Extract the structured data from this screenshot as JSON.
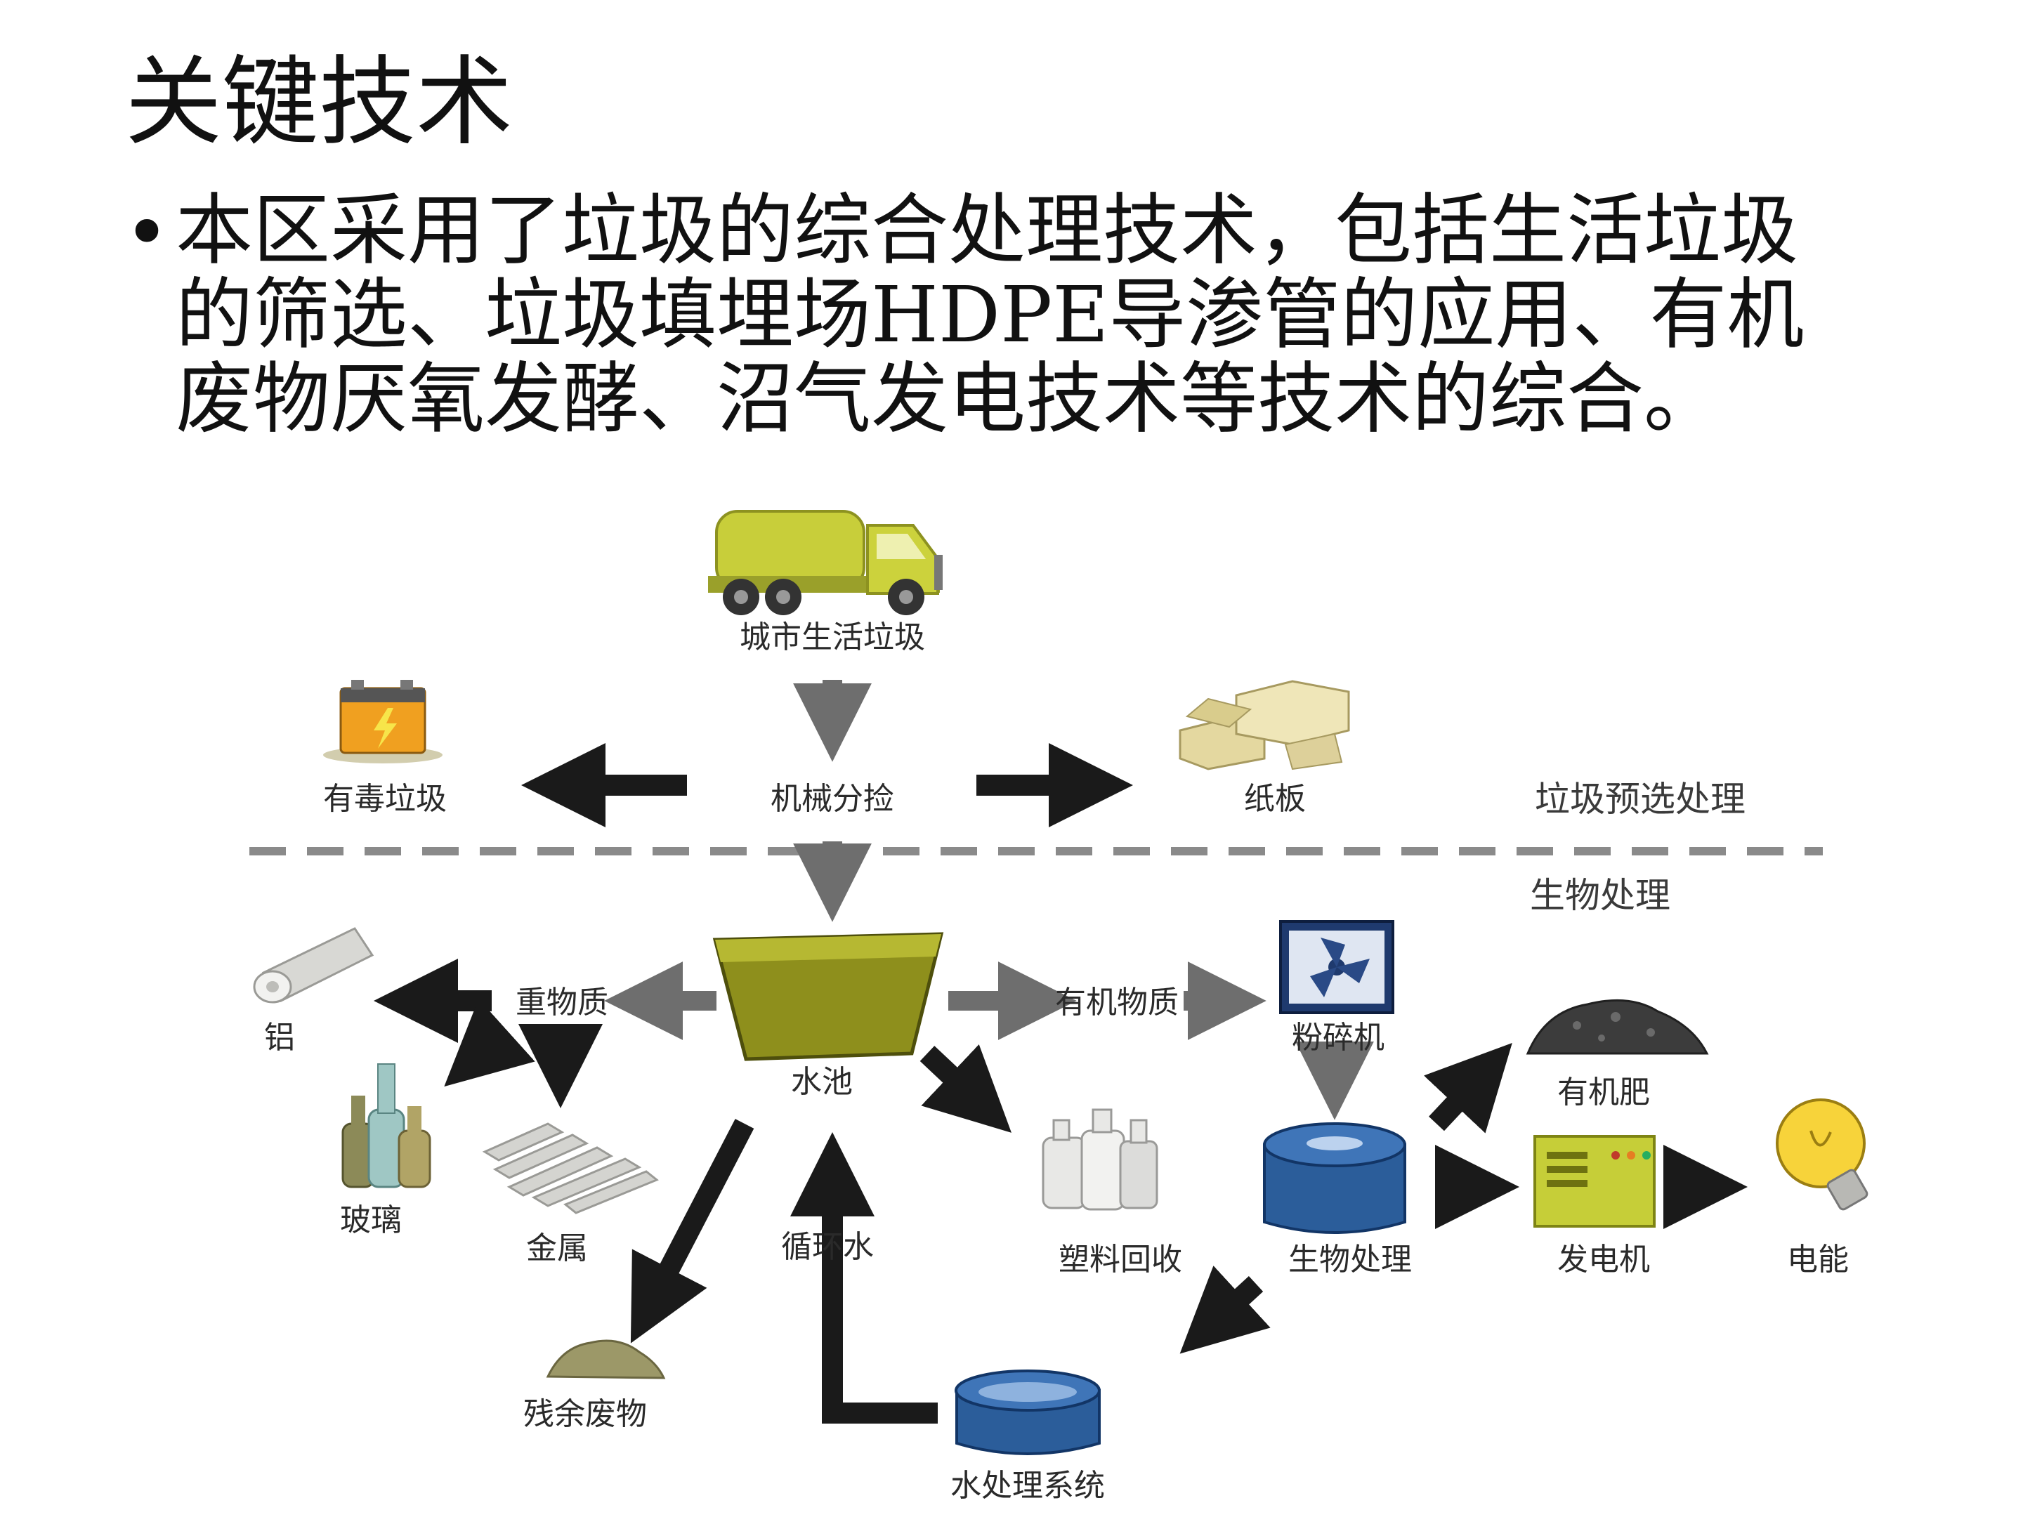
{
  "title": "关键技术",
  "bullet": {
    "marker": "•",
    "lines": [
      "本区采用了垃圾的综合处理技术，包括生活垃圾",
      "的筛选、垃圾填埋场HDPE导渗管的应用、有机",
      "废物厌氧发酵、沼气发电技术等技术的综合。"
    ]
  },
  "diagram": {
    "sections": {
      "pre": "垃圾预选处理",
      "bio": "生物处理"
    },
    "nodes": {
      "city_waste": "城市生活垃圾",
      "toxic": "有毒垃圾",
      "sorting": "机械分捡",
      "cardboard": "纸板",
      "aluminum": "铝",
      "heavy": "重物质",
      "pool": "水池",
      "organic": "有机物质",
      "crusher": "粉碎机",
      "glass": "玻璃",
      "metal": "金属",
      "fertilizer": "有机肥",
      "recycle_water": "循环水",
      "plastic": "塑料回收",
      "bio_treatment": "生物处理",
      "generator": "发电机",
      "electricity": "电能",
      "residue": "残余废物",
      "water_treatment": "水处理系统"
    }
  }
}
